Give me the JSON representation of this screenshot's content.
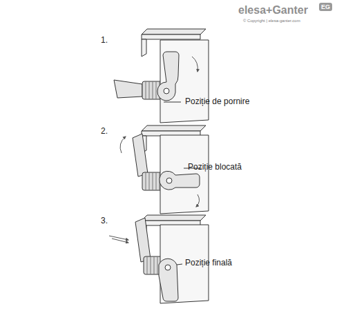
{
  "diagram": {
    "labels": [
      "elesa+Ganter",
      "EG",
      "© Copyright | elesa-ganter.com",
      "1.",
      "Poziție de pornire",
      "2.",
      "Poziție blocată",
      "3.",
      "Poziție finală"
    ]
  }
}
